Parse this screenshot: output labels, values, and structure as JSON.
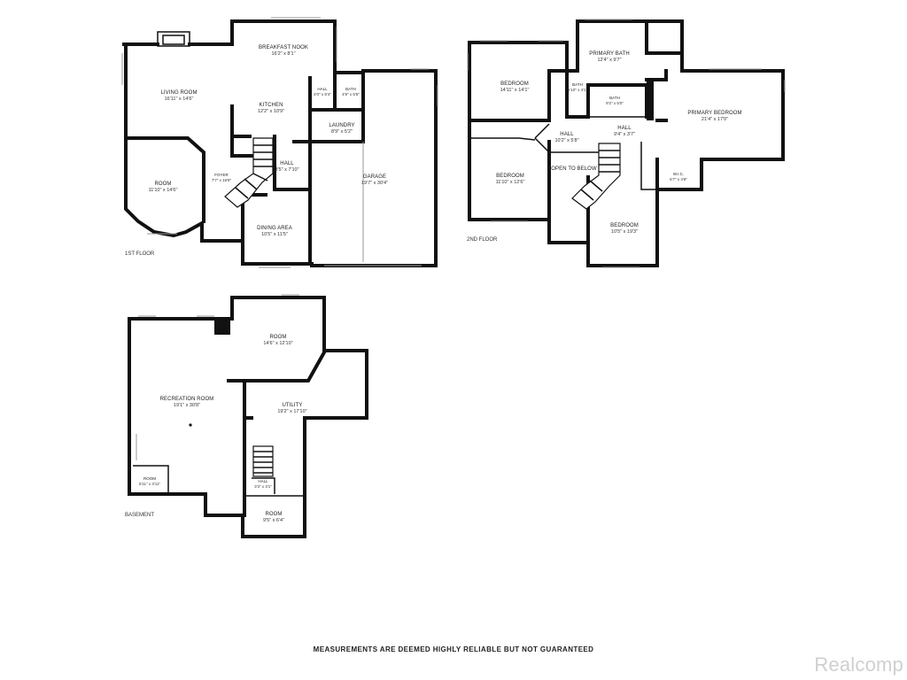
{
  "floors": {
    "first": {
      "label": "1ST FLOOR",
      "rooms": [
        {
          "id": "breakfast-nook",
          "name": "BREAKFAST NOOK",
          "dims": "16'2\" x 8'1\""
        },
        {
          "id": "living-room",
          "name": "LIVING ROOM",
          "dims": "16'11\" x 14'6\""
        },
        {
          "id": "kitchen",
          "name": "KITCHEN",
          "dims": "12'2\" x 10'9\""
        },
        {
          "id": "hall-1",
          "name": "HALL",
          "dims": "4'0\" x 5'4\""
        },
        {
          "id": "bath-1",
          "name": "BATH",
          "dims": "4'9\" x 5'5\""
        },
        {
          "id": "laundry",
          "name": "LAUNDRY",
          "dims": "8'9\" x 5'2\""
        },
        {
          "id": "room-1",
          "name": "ROOM",
          "dims": "11'10\" x 14'6\""
        },
        {
          "id": "foyer",
          "name": "FOYER",
          "dims": "7'7\" x 16'8\""
        },
        {
          "id": "hall-2",
          "name": "HALL",
          "dims": "3'5\" x 7'10\""
        },
        {
          "id": "garage",
          "name": "GARAGE",
          "dims": "19'7\" x 30'4\""
        },
        {
          "id": "dining-area",
          "name": "DINING AREA",
          "dims": "10'5\" x 11'5\""
        }
      ]
    },
    "second": {
      "label": "2ND FLOOR",
      "rooms": [
        {
          "id": "bedroom-1",
          "name": "BEDROOM",
          "dims": "14'11\" x 14'1\""
        },
        {
          "id": "primary-bath",
          "name": "PRIMARY BATH",
          "dims": "12'4\" x 9'7\""
        },
        {
          "id": "bath-2",
          "name": "BATH",
          "dims": "5'10\" x 4'1\""
        },
        {
          "id": "bath-3",
          "name": "BATH",
          "dims": "9'2\" x 5'0\""
        },
        {
          "id": "primary-bedroom",
          "name": "PRIMARY BEDROOM",
          "dims": "21'4\" x 17'0\""
        },
        {
          "id": "hall-3",
          "name": "HALL",
          "dims": "10'2\" x 5'8\""
        },
        {
          "id": "hall-4",
          "name": "HALL",
          "dims": "9'4\" x 3'7\""
        },
        {
          "id": "open-below",
          "name": "OPEN TO BELOW",
          "dims": ""
        },
        {
          "id": "bedroom-2",
          "name": "BEDROOM",
          "dims": "11'10\" x 12'6\""
        },
        {
          "id": "wic",
          "name": "W.I.C.",
          "dims": "6'7\" x 4'8\""
        },
        {
          "id": "bedroom-3",
          "name": "BEDROOM",
          "dims": "10'5\" x 19'3\""
        }
      ]
    },
    "basement": {
      "label": "BASEMENT",
      "rooms": [
        {
          "id": "room-b1",
          "name": "ROOM",
          "dims": "14'6\" x 12'10\""
        },
        {
          "id": "recreation-room",
          "name": "RECREATION ROOM",
          "dims": "19'1\" x 30'8\""
        },
        {
          "id": "utility",
          "name": "UTILITY",
          "dims": "19'2\" x 17'10\""
        },
        {
          "id": "room-b2",
          "name": "ROOM",
          "dims": "5'11\" x 3'11\""
        },
        {
          "id": "hall-b",
          "name": "HALL",
          "dims": "3'3\" x 3'1\""
        },
        {
          "id": "room-b3",
          "name": "ROOM",
          "dims": "9'5\" x 6'4\""
        }
      ]
    }
  },
  "disclaimer": "MEASUREMENTS ARE DEEMED HIGHLY RELIABLE BUT NOT GUARANTEED",
  "brand": "Realcomp",
  "colors": {
    "wall": "#111111",
    "window": "#9a9a9a",
    "logo": "#cfcfcf"
  }
}
